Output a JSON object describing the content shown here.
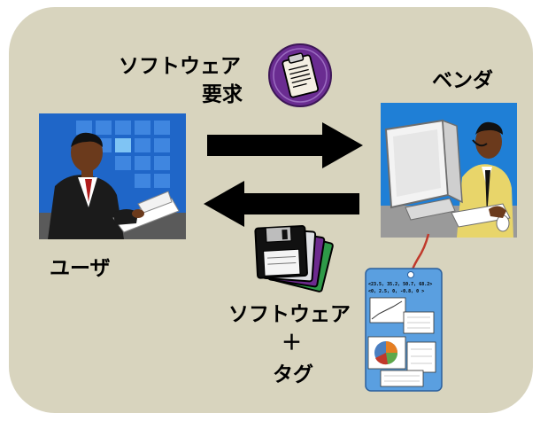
{
  "labels": {
    "request_line1": "ソフトウェア",
    "request_line2": "要求",
    "vendor": "ベンダ",
    "user": "ユーザ",
    "software": "ソフトウェア",
    "plus": "＋",
    "tag": "タグ"
  },
  "tag_card": {
    "line1": "<23.5, 35.2, 50.7, 68.2>",
    "line2": "<0,  2.5,  0,  -0.8,  0 >"
  },
  "colors": {
    "panel": "#d8d4be",
    "arrow": "#000000",
    "request_badge": "#6a2c91",
    "tag_card": "#5a9fe0"
  },
  "icons": [
    "clipboard-icon",
    "floppy-disks-icon",
    "user-clipart",
    "vendor-clipart",
    "tag-card-icon"
  ]
}
